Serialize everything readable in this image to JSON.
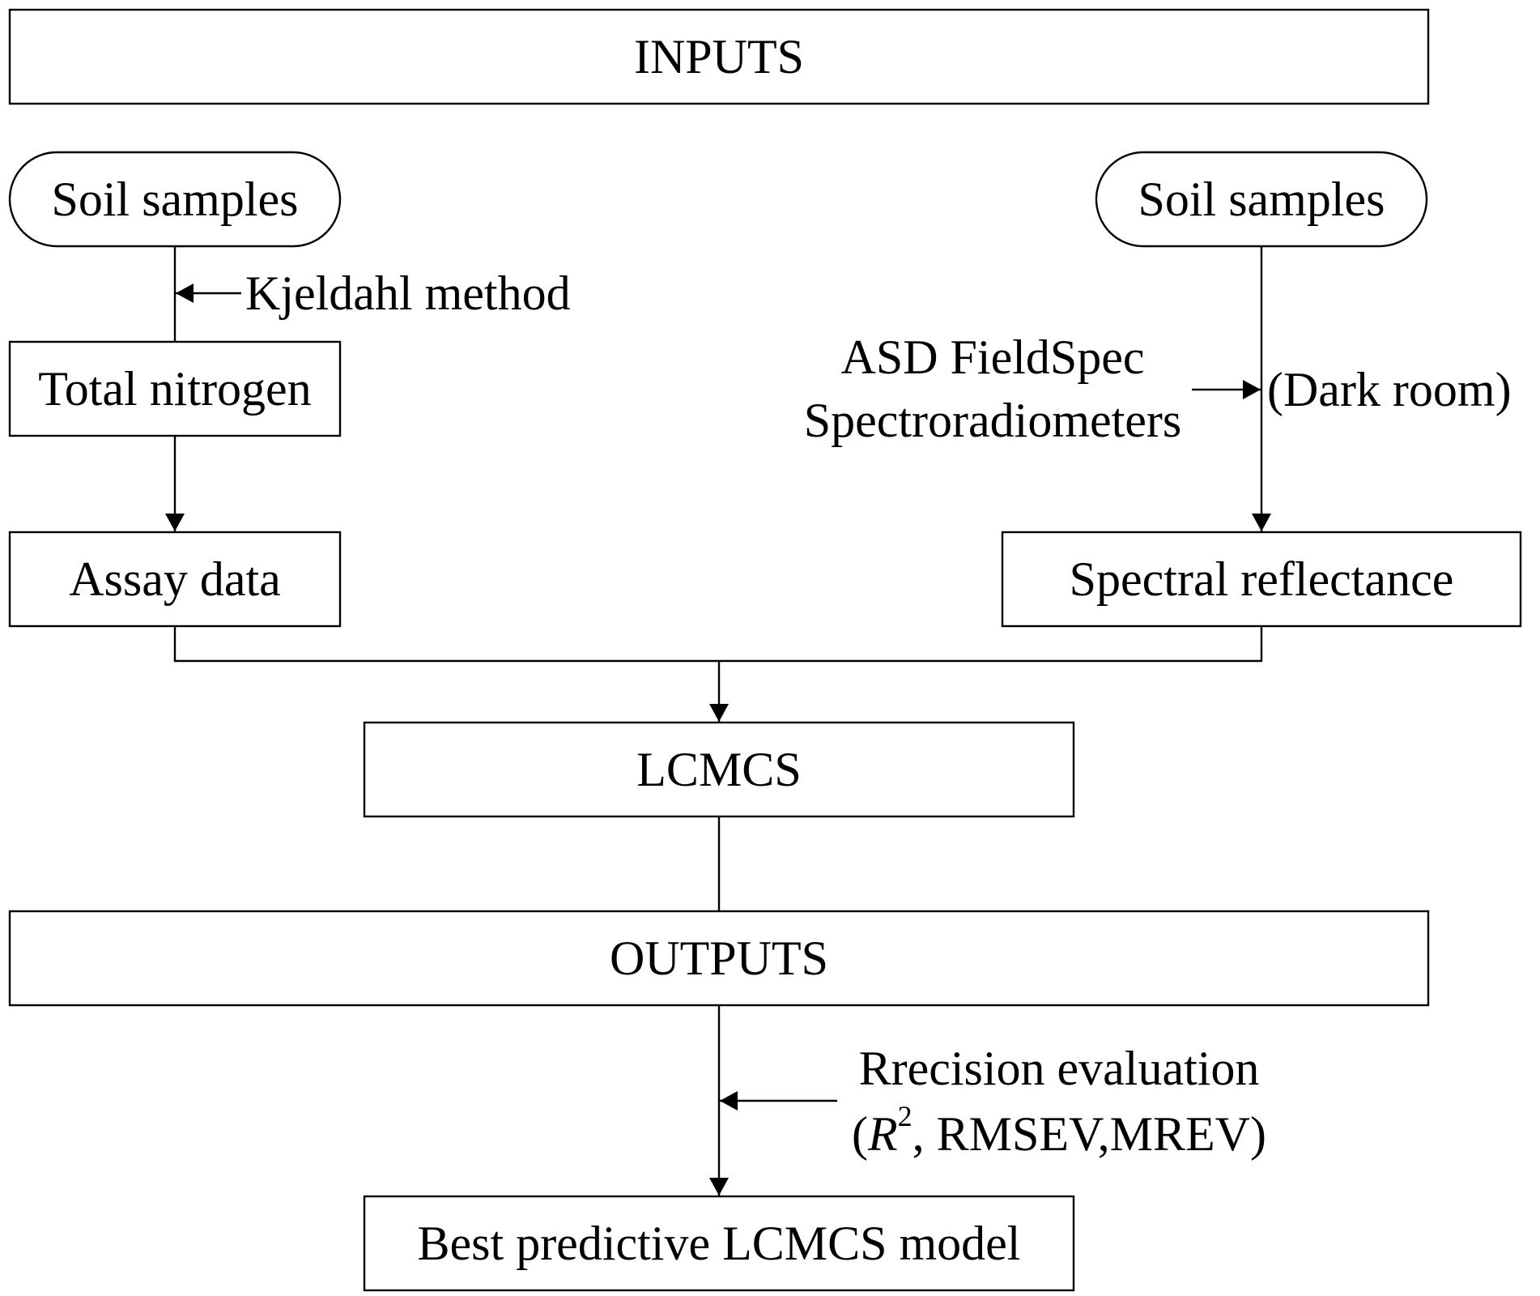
{
  "diagram": {
    "inputs_label": "INPUTS",
    "left_branch": {
      "source": "Soil samples",
      "method": "Kjeldahl method",
      "measurement": "Total nitrogen",
      "result": "Assay data"
    },
    "right_branch": {
      "source": "Soil samples",
      "instrument_line1": "ASD FieldSpec",
      "instrument_line2": "Spectroradiometers",
      "condition": "(Dark room)",
      "result": "Spectral reflectance"
    },
    "model_label": "LCMCS",
    "outputs_label": "OUTPUTS",
    "evaluation": {
      "line1": "Rrecision evaluation",
      "line2_open": "(",
      "line2_symbol": "R",
      "line2_exponent": "2",
      "line2_rest": ", RMSEV,MREV)"
    },
    "final_label": "Best predictive LCMCS model"
  }
}
